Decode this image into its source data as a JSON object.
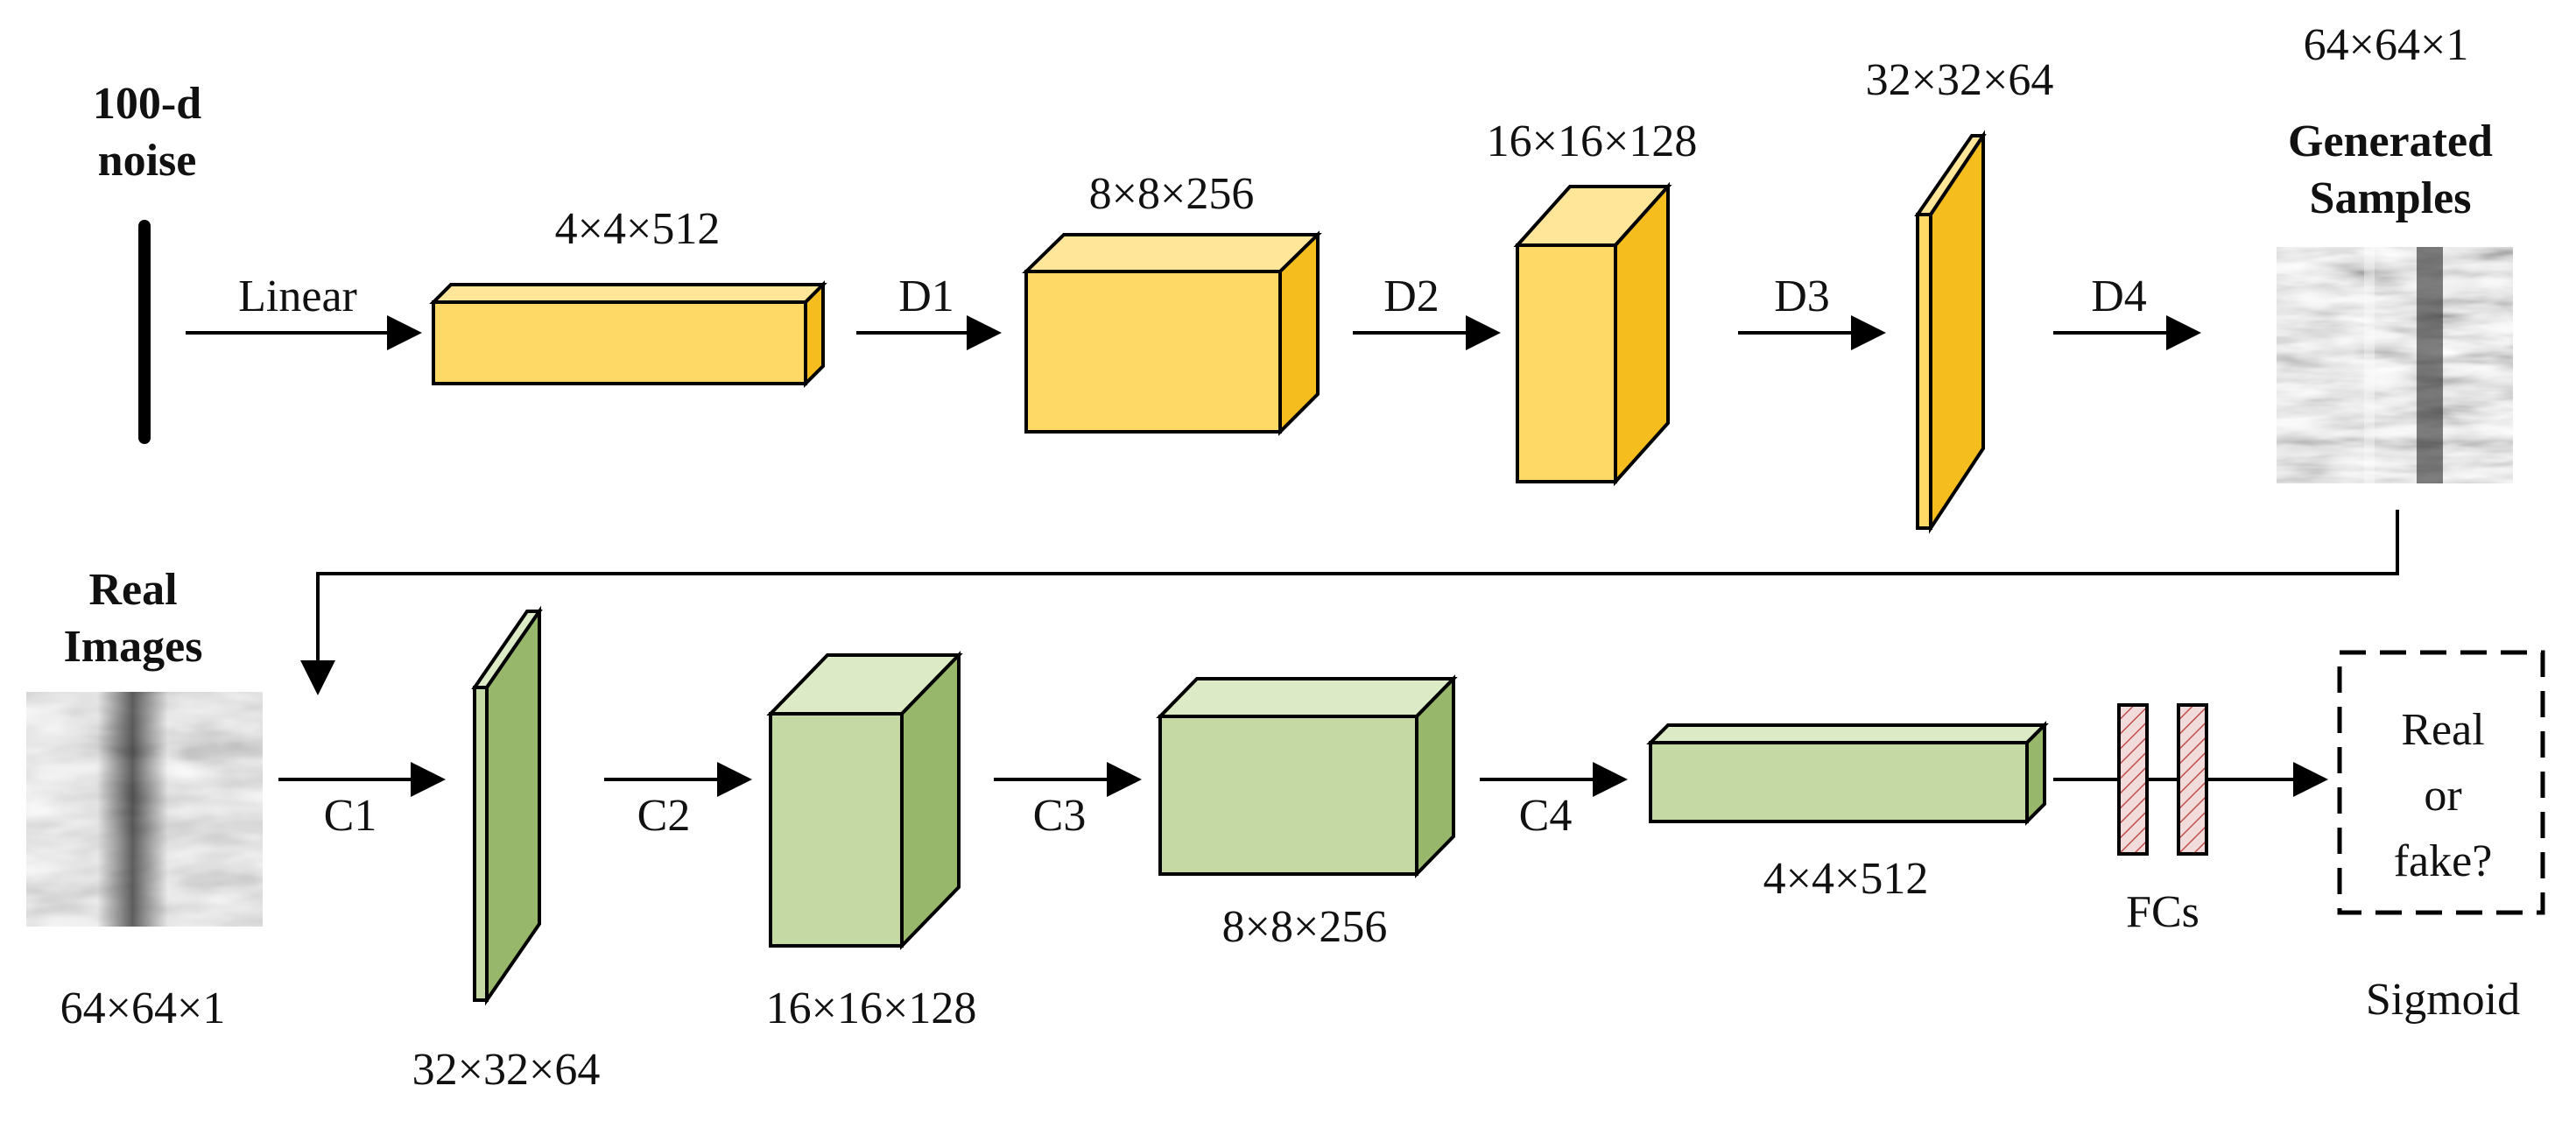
{
  "generator": {
    "input_label_line1": "100-d",
    "input_label_line2": "noise",
    "ops": [
      "Linear",
      "D1",
      "D2",
      "D3",
      "D4"
    ],
    "block_dims": [
      "4×4×512",
      "8×8×256",
      "16×16×128",
      "32×32×64"
    ],
    "output_dim": "64×64×1",
    "output_label_line1": "Generated",
    "output_label_line2": "Samples"
  },
  "discriminator": {
    "input_label_line1": "Real",
    "input_label_line2": "Images",
    "input_dim": "64×64×1",
    "ops": [
      "C1",
      "C2",
      "C3",
      "C4"
    ],
    "block_dims": [
      "32×32×64",
      "16×16×128",
      "8×8×256",
      "4×4×512"
    ],
    "fc_label": "FCs",
    "output_line1": "Real",
    "output_line2": "or",
    "output_line3": "fake?",
    "activation_label": "Sigmoid"
  },
  "colors": {
    "gen_front": "#FFD966",
    "gen_top": "#FFE699",
    "gen_side": "#F5BE1E",
    "disc_front": "#C5D9A5",
    "disc_top": "#DCEAC6",
    "disc_side": "#97B86A",
    "fc_fill": "#F2DCDB",
    "fc_hatch": "#C0504D"
  }
}
